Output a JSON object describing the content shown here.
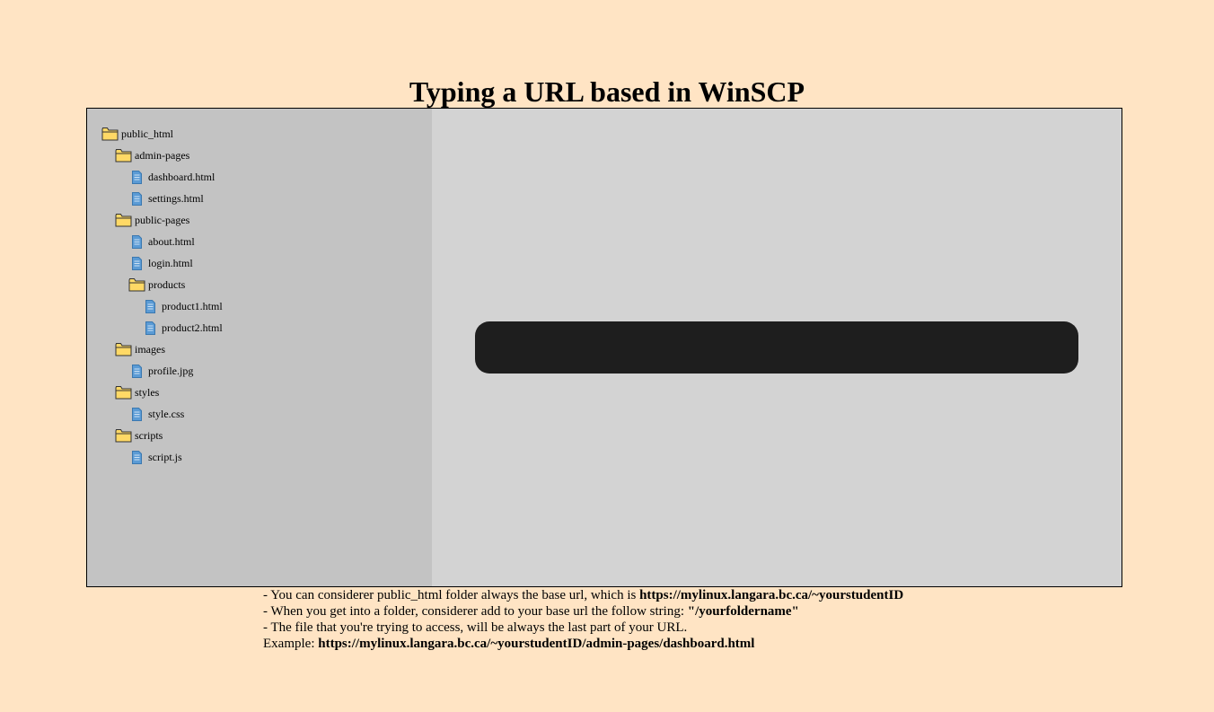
{
  "page": {
    "title": "Typing a URL based in WinSCP"
  },
  "tree": {
    "items": [
      {
        "label": "public_html",
        "type": "folder",
        "level": 0
      },
      {
        "label": "admin-pages",
        "type": "folder",
        "level": 1
      },
      {
        "label": "dashboard.html",
        "type": "file",
        "level": 2
      },
      {
        "label": "settings.html",
        "type": "file",
        "level": 2
      },
      {
        "label": "public-pages",
        "type": "folder",
        "level": 1
      },
      {
        "label": "about.html",
        "type": "file",
        "level": 2
      },
      {
        "label": "login.html",
        "type": "file",
        "level": 2
      },
      {
        "label": "products",
        "type": "folder",
        "level": 2
      },
      {
        "label": "product1.html",
        "type": "file",
        "level": 3
      },
      {
        "label": "product2.html",
        "type": "file",
        "level": 3
      },
      {
        "label": "images",
        "type": "folder",
        "level": 1
      },
      {
        "label": "profile.jpg",
        "type": "file",
        "level": 2
      },
      {
        "label": "styles",
        "type": "folder",
        "level": 1
      },
      {
        "label": "style.css",
        "type": "file",
        "level": 2
      },
      {
        "label": "scripts",
        "type": "folder",
        "level": 1
      },
      {
        "label": "script.js",
        "type": "file",
        "level": 2
      }
    ]
  },
  "url_bar": {
    "value": ""
  },
  "instructions": {
    "line1_text": "- You can considerer public_html folder always the base url, which is ",
    "line1_bold": "https://mylinux.langara.bc.ca/~yourstudentID",
    "line2_text": "- When you get into a folder, considerer add to your base url the follow string: ",
    "line2_bold": "\"/yourfoldername\"",
    "line3_text": "- The file that you're trying to access, will be always the last part of your URL.",
    "line4_text": "Example: ",
    "line4_bold": "https://mylinux.langara.bc.ca/~yourstudentID/admin-pages/dashboard.html"
  },
  "colors": {
    "background": "#ffe4c4",
    "sidebar": "#c3c3c3",
    "panel": "#d3d3d3",
    "url_bar": "#1e1e1e",
    "folder_fill": "#ffd966",
    "file_fill": "#5b9bd5"
  },
  "icons": {
    "folder": "folder-icon",
    "file": "file-icon"
  }
}
